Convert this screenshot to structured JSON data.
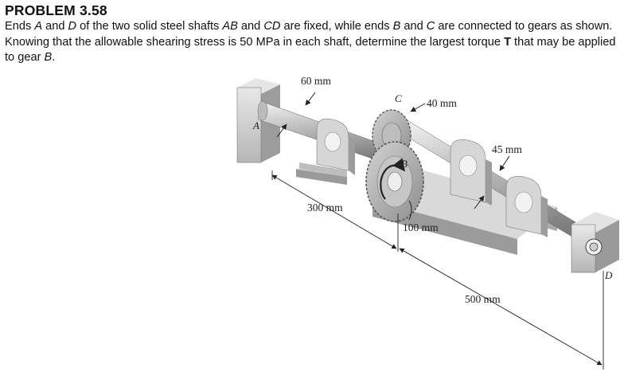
{
  "problem": {
    "title": "PROBLEM 3.58",
    "text_1": "Ends ",
    "A": "A",
    "text_2": " and ",
    "D": "D",
    "text_3": " of the two solid steel shafts ",
    "AB": "AB",
    "text_4": " and ",
    "CD": "CD",
    "text_5": " are fixed, while ends ",
    "B": "B",
    "text_6": " and ",
    "C": "C",
    "text_7": " are connected to gears as shown. Knowing that the allowable shearing stress is 50 MPa in each shaft, determine the largest torque ",
    "T": "T",
    "text_8": " that may be applied to gear ",
    "B2": "B",
    "text_9": "."
  },
  "figure": {
    "dimensions": {
      "d_ab": "60 mm",
      "r_c": "40 mm",
      "d_cd": "45 mm",
      "l_ab": "300 mm",
      "r_b": "100 mm",
      "l_cd": "500 mm"
    },
    "points": {
      "A": "A",
      "B": "B",
      "C": "C",
      "D": "D"
    }
  }
}
